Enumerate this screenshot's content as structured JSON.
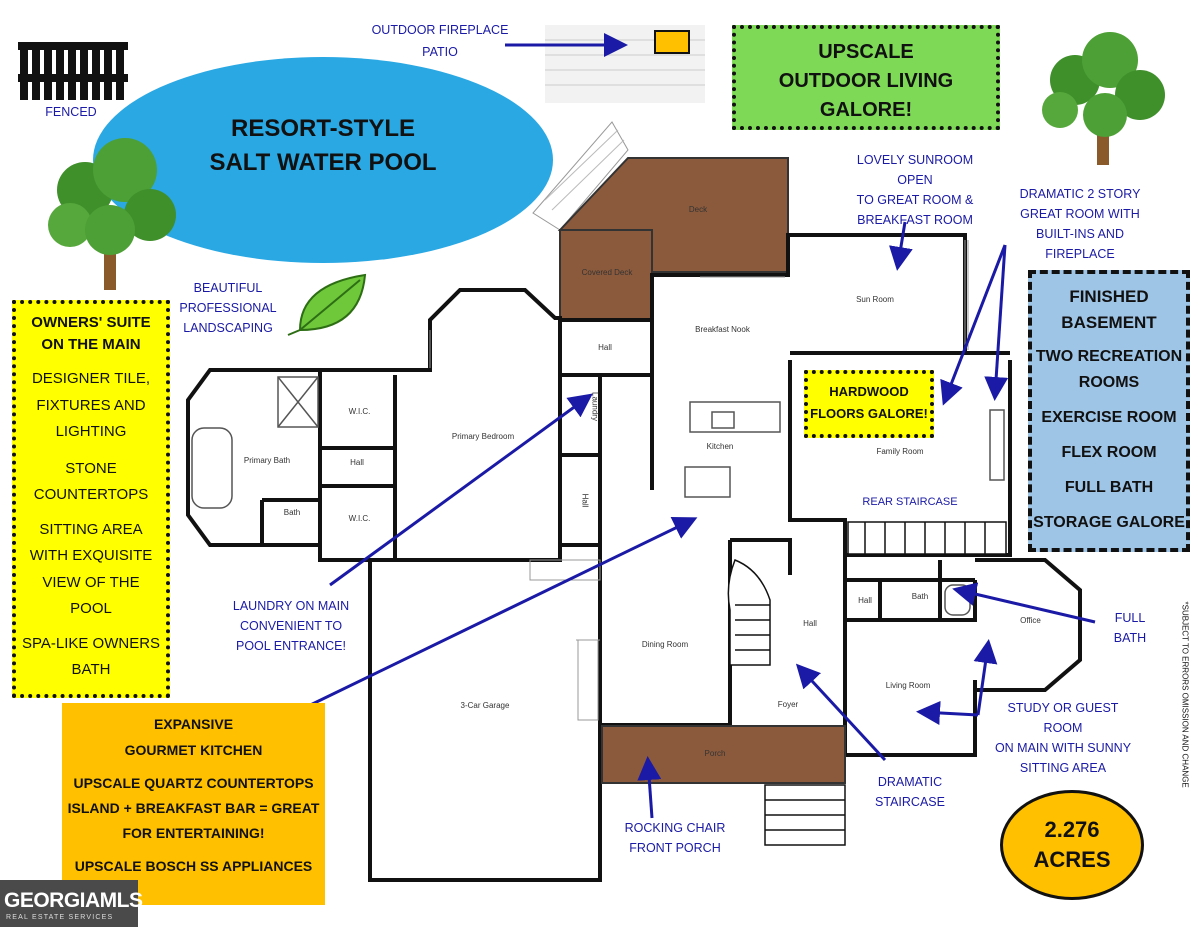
{
  "colors": {
    "pool": "#2aa8e4",
    "label_blue": "#1a1aa6",
    "green_box": "#7ed957",
    "blue_box": "#9ec4e6",
    "yellow_box": "#ffff00",
    "orange_box": "#ffc000",
    "deck_brown": "#8b5a3c",
    "acres_circle": "#ffc000"
  },
  "labels": {
    "fenced": "FENCED",
    "outdoor_fireplace": "OUTDOOR FIREPLACE",
    "patio": "PATIO",
    "pool_line1": "RESORT-STYLE",
    "pool_line2": "SALT WATER POOL",
    "landscaping": [
      "BEAUTIFUL",
      "PROFESSIONAL",
      "LANDSCAPING"
    ],
    "sunroom": [
      "LOVELY SUNROOM OPEN",
      "TO GREAT ROOM &",
      "BREAKFAST ROOM"
    ],
    "great_room": [
      "DRAMATIC 2 STORY",
      "GREAT ROOM WITH",
      "BUILT-INS AND FIREPLACE"
    ],
    "laundry": [
      "LAUNDRY ON MAIN",
      "CONVENIENT TO",
      "POOL ENTRANCE!"
    ],
    "rocking_chair": [
      "ROCKING CHAIR",
      "FRONT PORCH"
    ],
    "dramatic_staircase": [
      "DRAMATIC",
      "STAIRCASE"
    ],
    "full_bath": [
      "FULL",
      "BATH"
    ],
    "study": [
      "STUDY OR GUEST ROOM",
      "ON MAIN WITH SUNNY",
      "SITTING AREA"
    ],
    "rear_staircase": "REAR  STAIRCASE",
    "disclaimer": "*SUBJECT TO ERRORS OMISSION AND CHANGE"
  },
  "boxes": {
    "outdoor_living": [
      "UPSCALE",
      "OUTDOOR LIVING",
      "GALORE!"
    ],
    "owners_suite_title": [
      "OWNERS' SUITE",
      "ON THE MAIN"
    ],
    "owners_suite_items": [
      "DESIGNER TILE,",
      "FIXTURES AND",
      "LIGHTING",
      "STONE",
      "COUNTERTOPS",
      "SITTING AREA",
      "WITH EXQUISITE",
      "VIEW OF THE",
      "POOL",
      "SPA-LIKE OWNERS",
      "BATH"
    ],
    "basement": [
      "FINISHED",
      "BASEMENT",
      "TWO RECREATION",
      "ROOMS",
      "EXERCISE ROOM",
      "FLEX ROOM",
      "FULL BATH",
      "STORAGE GALORE"
    ],
    "hardwood": [
      "HARDWOOD",
      "FLOORS GALORE!"
    ],
    "kitchen_title": [
      "EXPANSIVE",
      "GOURMET KITCHEN"
    ],
    "kitchen_items": [
      "UPSCALE QUARTZ COUNTERTOPS",
      "ISLAND + BREAKFAST BAR = GREAT",
      "FOR ENTERTAINING!",
      "UPSCALE BOSCH SS APPLIANCES"
    ],
    "acres": [
      "2.276",
      "ACRES"
    ]
  },
  "rooms": {
    "deck": "Deck",
    "covered_deck": "Covered Deck",
    "sun_room": "Sun Room",
    "breakfast_nook": "Breakfast Nook",
    "hall": "Hall",
    "laundry": "Laundry",
    "kitchen": "Kitchen",
    "primary_bedroom": "Primary Bedroom",
    "primary_bath": "Primary Bath",
    "wic": "W.I.C.",
    "bath": "Bath",
    "family_room": "Family Room",
    "dining_room": "Dining Room",
    "garage": "3-Car Garage",
    "foyer": "Foyer",
    "porch": "Porch",
    "living_room": "Living Room",
    "office": "Office"
  },
  "logo": {
    "text": "GEORGIAMLS",
    "sub": "REAL ESTATE SERVICES"
  }
}
